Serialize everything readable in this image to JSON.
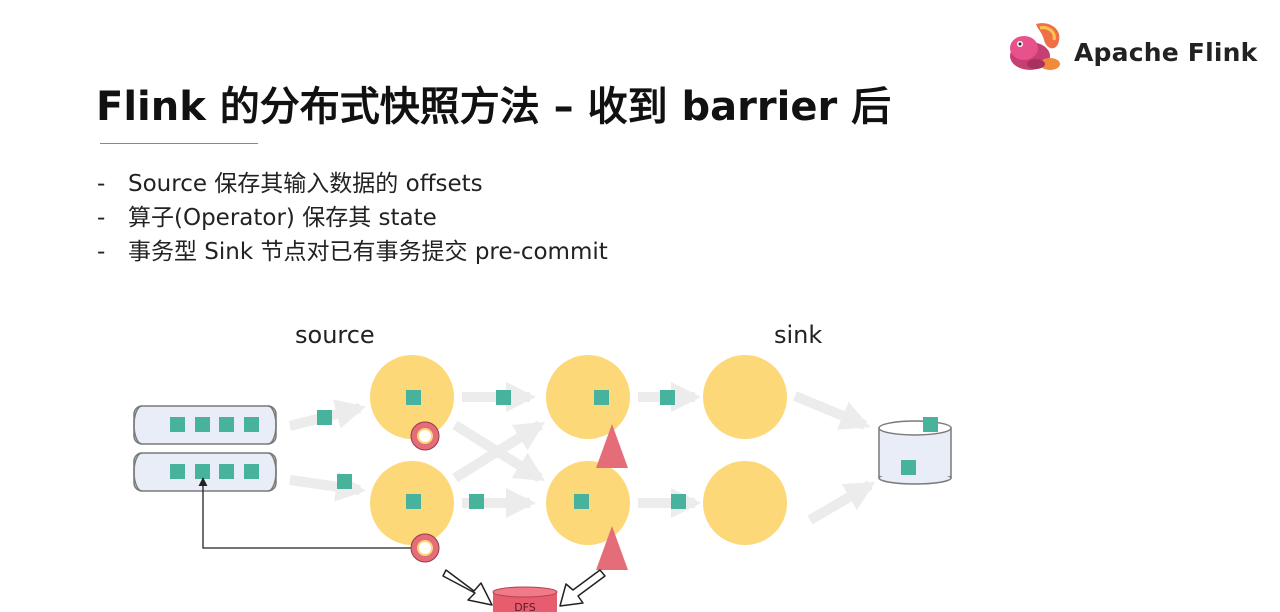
{
  "brand": {
    "name": "Apache Flink",
    "logo_icon": "squirrel-logo-icon"
  },
  "title": "Flink 的分布式快照方法 – 收到 barrier 后",
  "bullets": [
    {
      "marker": "-",
      "text": "Source 保存其输入数据的 offsets"
    },
    {
      "marker": "-",
      "text": "算子(Operator) 保存其 state"
    },
    {
      "marker": "-",
      "text": "事务型 Sink 节点对已有事务提交 pre-commit"
    }
  ],
  "diagram": {
    "labels": {
      "source": "source",
      "sink": "sink",
      "dfs": "DFS"
    },
    "colors": {
      "node": "#fcd879",
      "record": "#47b39d",
      "barrier": "#e56c79",
      "queue_fill": "#e9edf7",
      "dfs": "#e85d6e"
    }
  }
}
